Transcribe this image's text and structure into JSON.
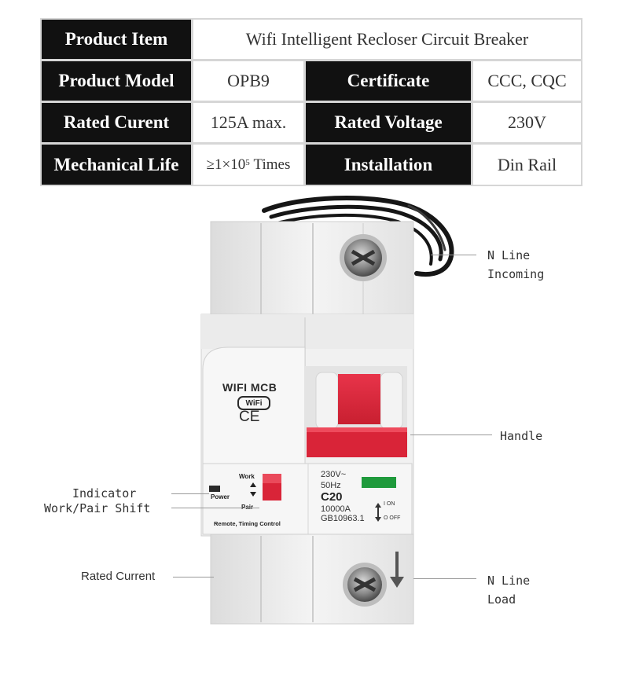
{
  "spec_table": {
    "product_item_label": "Product Item",
    "product_item_value": "Wifi Intelligent Recloser Circuit Breaker",
    "product_model_label": "Product Model",
    "product_model_value": "OPB9",
    "certificate_label": "Certificate",
    "certificate_value": "CCC, CQC",
    "rated_current_label": "Rated Curent",
    "rated_current_value": "125A max.",
    "rated_voltage_label": "Rated Voltage",
    "rated_voltage_value": "230V",
    "mechanical_life_label": "Mechanical Life",
    "mechanical_life_value_base": "≥1×10",
    "mechanical_life_value_exp": "5",
    "mechanical_life_value_unit": "Times",
    "installation_label": "Installation",
    "installation_value": "Din Rail"
  },
  "device": {
    "brand_label": "WIFI MCB",
    "wifi_badge": "WiFi",
    "ce_mark": "CE",
    "work_label": "Work",
    "pair_label": "Pair",
    "power_label": "Power",
    "control_label": "Remote, Timing Control",
    "voltage": "230V~",
    "frequency": "50Hz",
    "curve_rating": "C20",
    "breaking_capacity": "10000A",
    "standard": "GB10963.1",
    "on_label": "I ON",
    "off_label": "O OFF"
  },
  "callouts": {
    "n_line_incoming": "N Line\nIncoming",
    "handle": "Handle",
    "indicator": "Indicator",
    "work_pair_shift": "Work/Pair Shift",
    "rated_current": "Rated Current",
    "n_line_load": "N Line\nLoad"
  },
  "colors": {
    "header_bg": "#111111",
    "handle_red": "#e0263a",
    "indicator_green": "#1f9a3c",
    "body_white": "#f2f2f2"
  }
}
